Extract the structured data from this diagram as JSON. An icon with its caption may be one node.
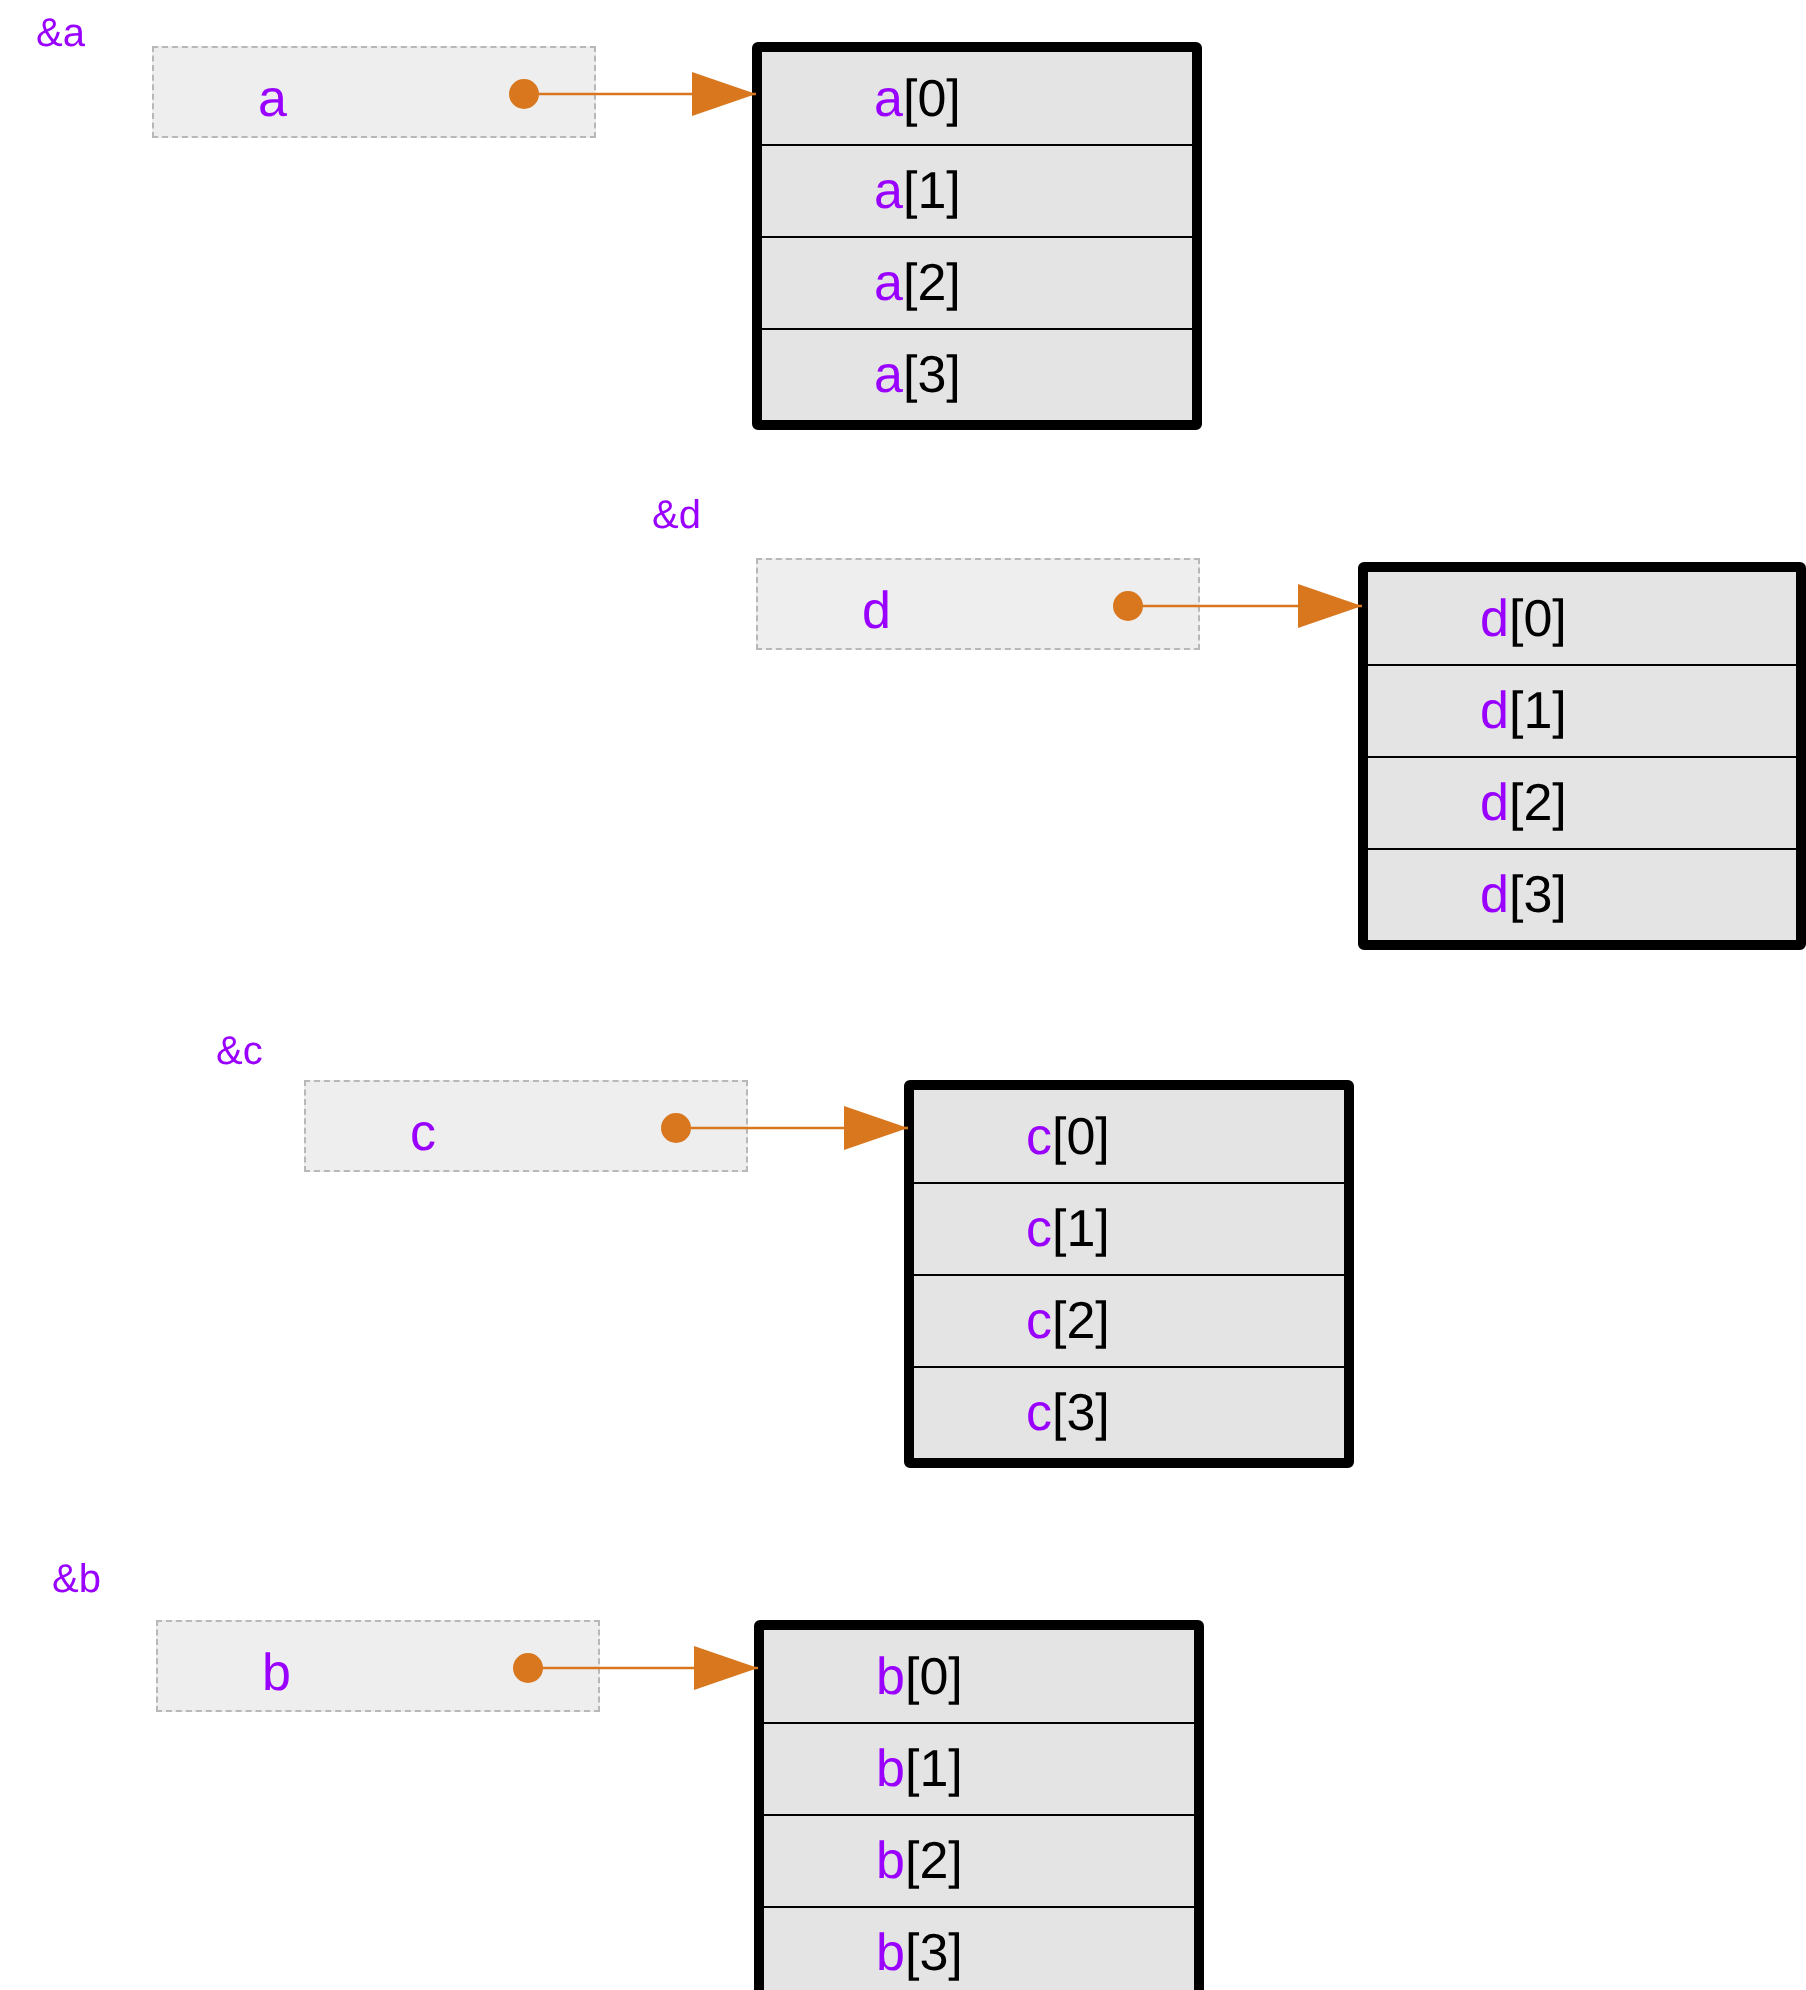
{
  "diagram": {
    "nodes": [
      {
        "text": [
          "a"
        ],
        "beside": [
          "&a"
        ]
      },
      {
        "text": [],
        "shape": "box"
      },
      {
        "text": [
          "a[0]"
        ],
        "in": 1
      },
      {
        "text": [
          "a[1]"
        ],
        "in": 1
      },
      {
        "text": [
          "a[2]"
        ],
        "in": 1
      },
      {
        "text": [
          "a[3]"
        ],
        "in": 1
      },
      {
        "text": [
          "d"
        ],
        "beside": [
          "&d"
        ]
      },
      {
        "text": [],
        "shape": "box"
      },
      {
        "text": [
          "d[0]"
        ],
        "in": 7
      },
      {
        "text": [
          "d[1]"
        ],
        "in": 7
      },
      {
        "text": [
          "d[2]"
        ],
        "in": 7
      },
      {
        "text": [
          "d[3]"
        ],
        "in": 7
      },
      {
        "text": [
          "c"
        ],
        "beside": [
          "&c"
        ]
      },
      {
        "text": [],
        "shape": "box"
      },
      {
        "text": [
          "c[0]"
        ],
        "in": 13
      },
      {
        "text": [
          "c[1]"
        ],
        "in": 13
      },
      {
        "text": [
          "c[2]"
        ],
        "in": 13
      },
      {
        "text": [
          "c[3]"
        ],
        "in": 13
      },
      {
        "text": [
          "b"
        ],
        "beside": [
          "&b"
        ]
      },
      {
        "text": [],
        "shape": "box"
      },
      {
        "text": [
          "b[0]"
        ],
        "in": 19
      },
      {
        "text": [
          "b[1]"
        ],
        "in": 19
      },
      {
        "text": [
          "b[2]"
        ],
        "in": 19
      },
      {
        "text": [
          "b[3]"
        ],
        "in": 19
      }
    ],
    "edges": [
      {
        "from": 0,
        "to": 1,
        "arrow": "to"
      },
      {
        "from": 6,
        "to": 7,
        "arrow": "to"
      },
      {
        "from": 12,
        "to": 13,
        "arrow": "to"
      },
      {
        "from": 18,
        "to": 19,
        "arrow": "to"
      }
    ]
  }
}
